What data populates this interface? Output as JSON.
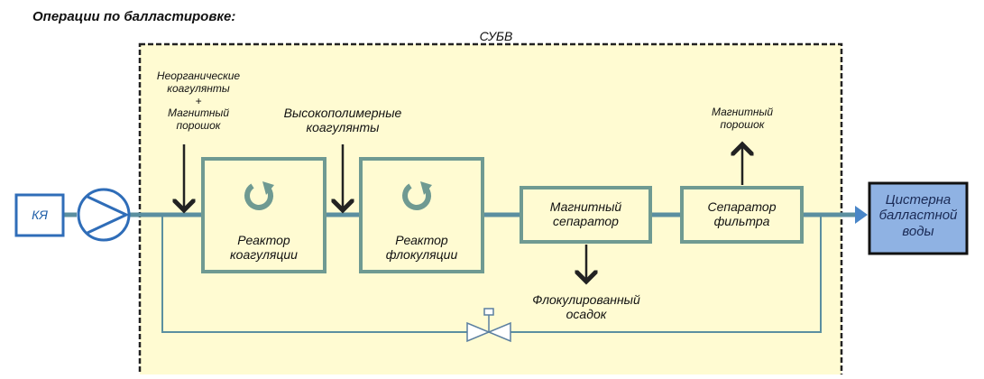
{
  "title": "Операции по балластировке:",
  "system_label": "СУБВ",
  "source": {
    "label": "КЯ"
  },
  "inputs": {
    "inorganic": {
      "line1": "Неорганические",
      "line2": "коагулянты",
      "line3": "+",
      "line4": "Магнитный",
      "line5": "порошок"
    },
    "polymer": {
      "line1": "Высокополимерные",
      "line2": "коагулянты"
    }
  },
  "units": [
    {
      "line1": "Реактор",
      "line2": "коагуляции"
    },
    {
      "line1": "Реактор",
      "line2": "флокуляции"
    },
    {
      "line1": "Магнитный",
      "line2": "сепаратор"
    },
    {
      "line1": "Сепаратор",
      "line2": "фильтра"
    }
  ],
  "outputs": {
    "magnetic_powder": {
      "line1": "Магнитный",
      "line2": "порошок"
    },
    "sludge": {
      "line1": "Флокулированный",
      "line2": "осадок"
    }
  },
  "tank": {
    "line1": "Цистерна",
    "line2": "балластной",
    "line3": "воды"
  },
  "colors": {
    "pipe": "#5b8fa0",
    "unit_border": "#6f9a92",
    "system_fill": "#fffbd2",
    "tank_fill": "#8fb2e3",
    "source_border": "#2f6db8",
    "arrow_out": "#4a86c8"
  }
}
